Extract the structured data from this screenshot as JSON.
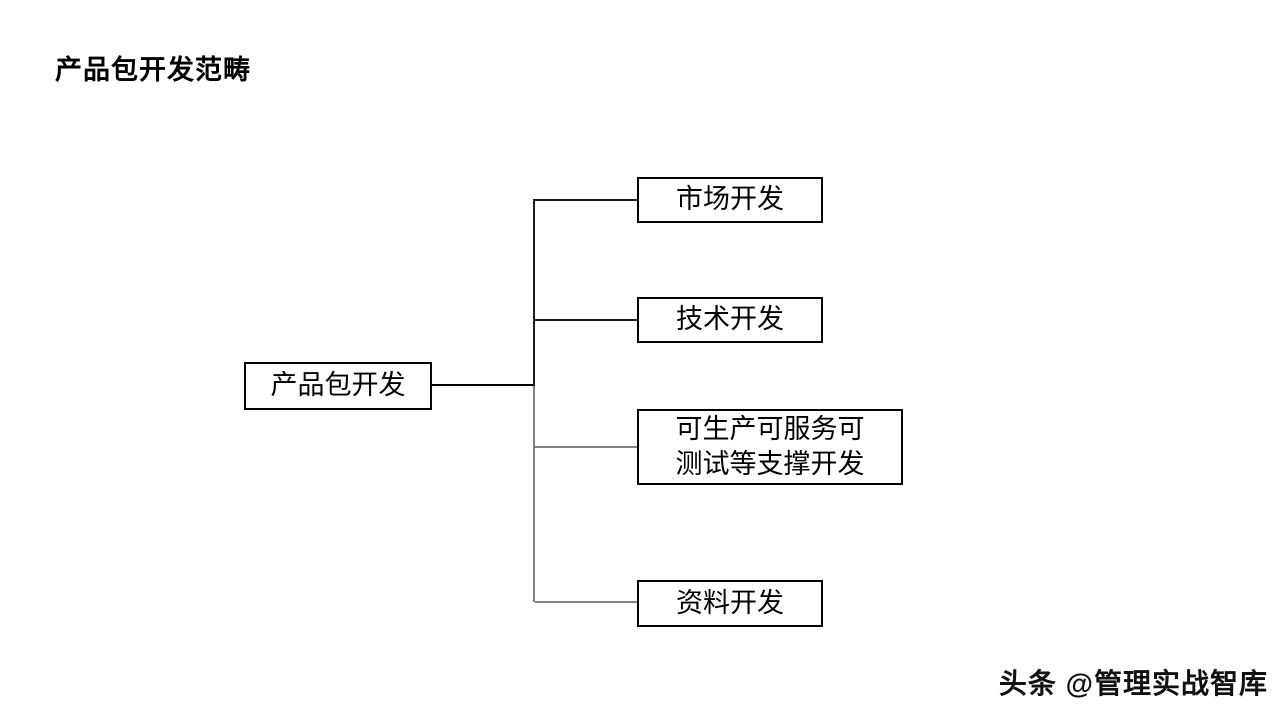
{
  "title": "产品包开发范畴",
  "diagram": {
    "root": {
      "label": "产品包开发"
    },
    "children": [
      {
        "label": "市场开发"
      },
      {
        "label": "技术开发"
      },
      {
        "label": "可生产可服务可\n测试等支撑开发"
      },
      {
        "label": "资料开发"
      }
    ]
  },
  "watermark": {
    "text": "头条 @管理实战智库"
  },
  "colors": {
    "background": "#ffffff",
    "text": "#000000",
    "line_dark": "#1a1a1a",
    "line_gray": "#808080",
    "box_border": "#000000"
  }
}
